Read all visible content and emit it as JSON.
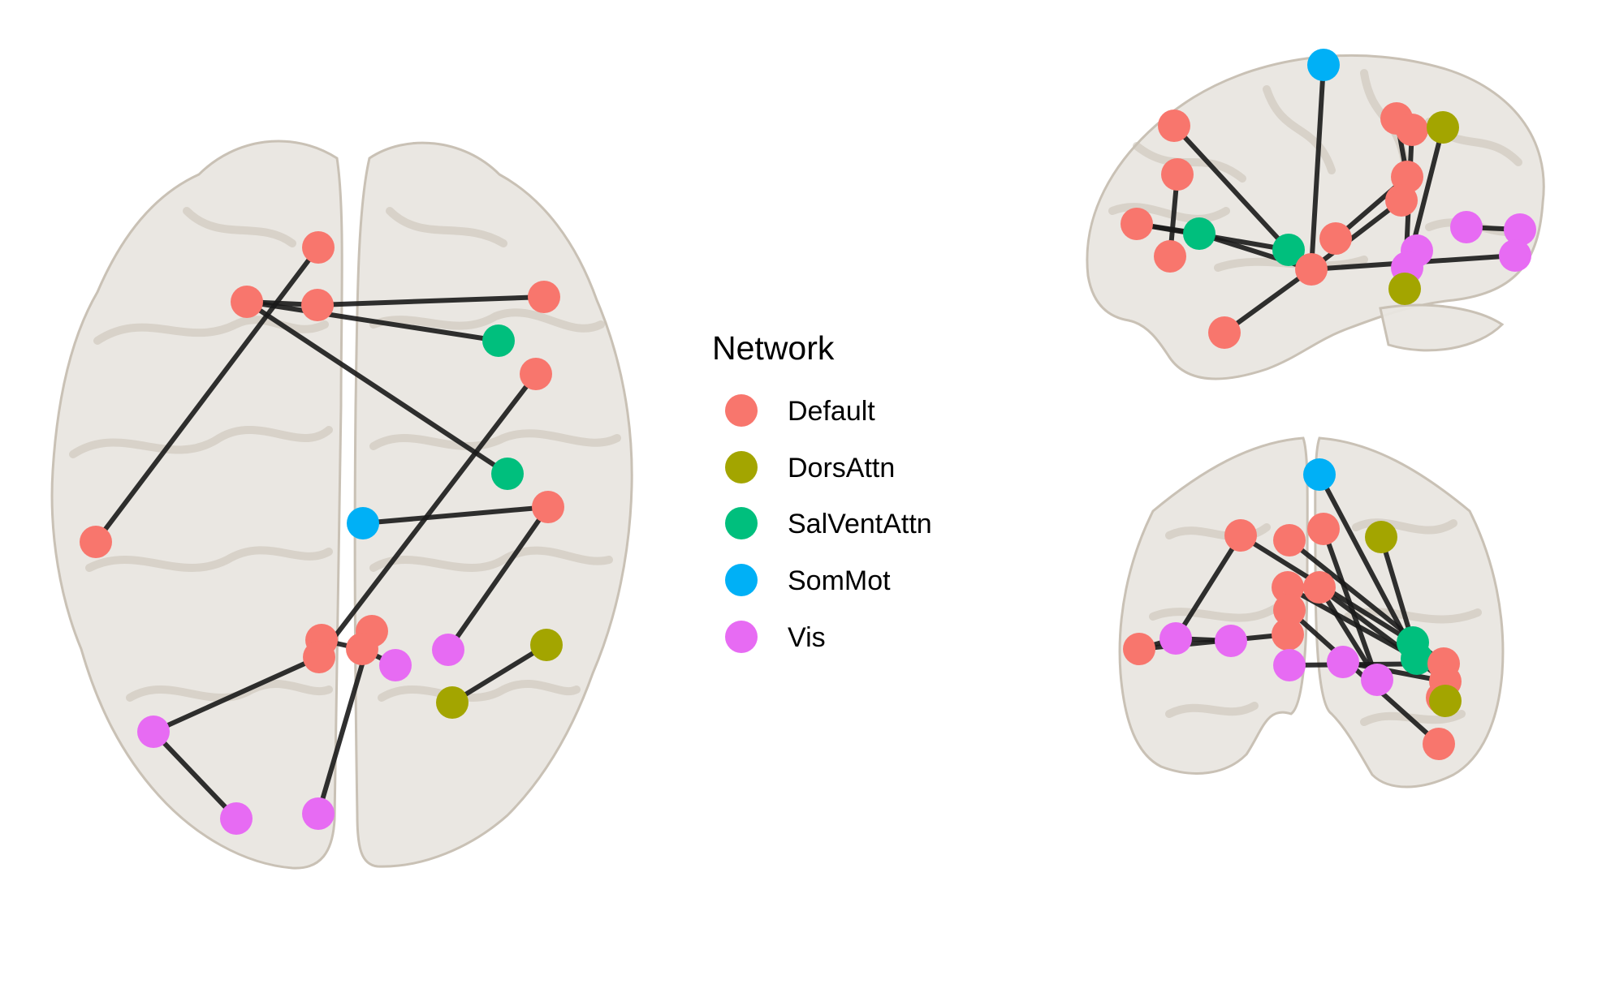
{
  "legend": {
    "title": "Network",
    "items": [
      {
        "label": "Default",
        "color": "#F8766D"
      },
      {
        "label": "DorsAttn",
        "color": "#A3A500"
      },
      {
        "label": "SalVentAttn",
        "color": "#00BF7D"
      },
      {
        "label": "SomMot",
        "color": "#00B0F6"
      },
      {
        "label": "Vis",
        "color": "#E76BF3"
      }
    ]
  },
  "edge_color": "#1a1a1a",
  "brain_fill": "#e9e6e0",
  "brain_fold": "#c9c1b5",
  "views": [
    {
      "name": "axial"
    },
    {
      "name": "sagittal"
    },
    {
      "name": "coronal"
    }
  ]
}
